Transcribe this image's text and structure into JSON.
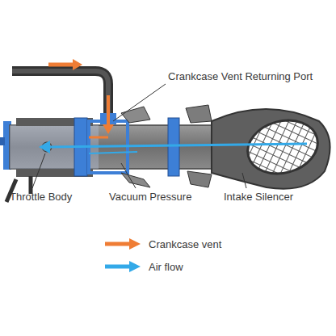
{
  "diagram": {
    "labels": [
      "Crankcase Vent Returning Port",
      "Throttle Body",
      "Vacuum Pressure",
      "Intake Silencer"
    ],
    "legend": [
      {
        "text": "Crankcase vent"
      },
      {
        "text": "Air flow"
      }
    ]
  }
}
